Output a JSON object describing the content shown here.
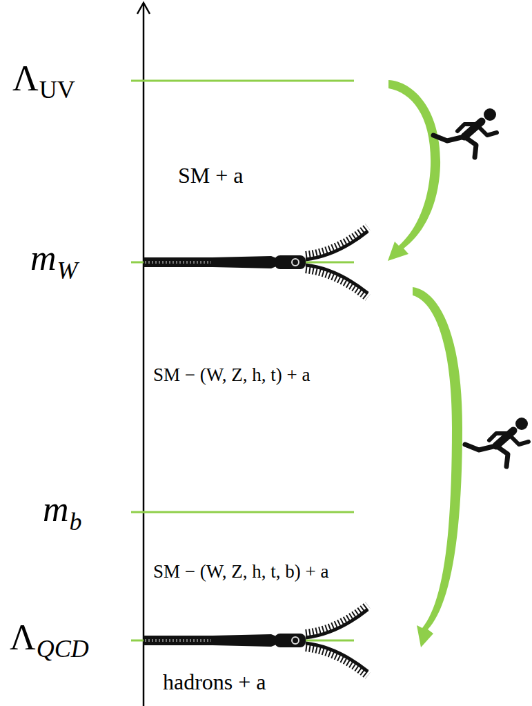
{
  "diagram": {
    "labels": [
      "Λ",
      "UV",
      "SM + a",
      "m",
      "W",
      "SM − (W, Z, h, t) + a",
      "m",
      "b",
      "SM − (W, Z, h, t, b) + a",
      "Λ",
      "QCD",
      "hadrons + a"
    ]
  }
}
